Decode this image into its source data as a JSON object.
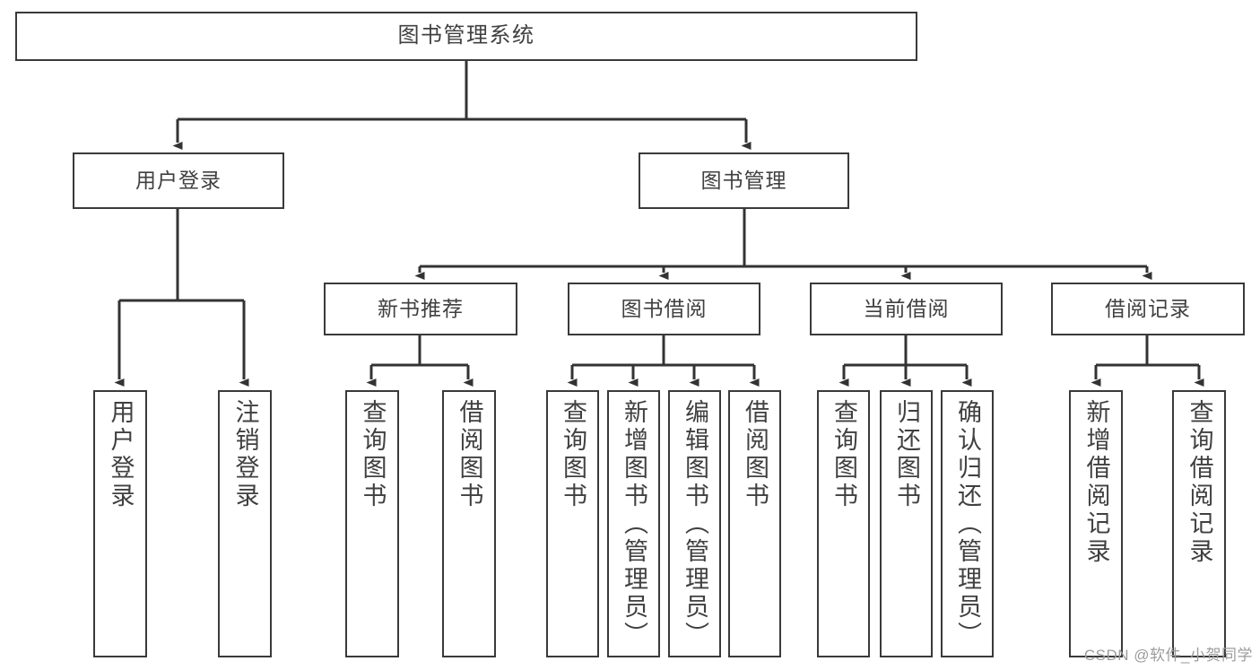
{
  "diagram": {
    "type": "tree",
    "title": "图书管理系统",
    "watermark": "CSDN @软件_小贺同学",
    "colors": {
      "box_border": "#3a3a3a",
      "box_fill": "#ffffff",
      "connector": "#333333",
      "text": "#404040",
      "watermark": "#9c9c9c",
      "background": "#ffffff"
    },
    "levels": {
      "root": {
        "label": "图书管理系统"
      },
      "level2": [
        {
          "label": "用户登录"
        },
        {
          "label": "图书管理"
        }
      ],
      "level3": [
        {
          "label": "新书推荐"
        },
        {
          "label": "图书借阅"
        },
        {
          "label": "当前借阅"
        },
        {
          "label": "借阅记录"
        }
      ]
    },
    "leaves": {
      "user_login": [
        {
          "label": "用户登录"
        },
        {
          "label": "注销登录"
        }
      ],
      "new_book_recommend": [
        {
          "label": "查询图书"
        },
        {
          "label": "借阅图书"
        }
      ],
      "book_borrow": [
        {
          "label": "查询图书"
        },
        {
          "label": "新增图书（管理员）"
        },
        {
          "label": "编辑图书（管理员）"
        },
        {
          "label": "借阅图书"
        }
      ],
      "current_borrow": [
        {
          "label": "查询图书"
        },
        {
          "label": "归还图书"
        },
        {
          "label": "确认归还（管理员）"
        }
      ],
      "borrow_records": [
        {
          "label": "新增借阅记录"
        },
        {
          "label": "查询借阅记录"
        }
      ]
    }
  }
}
